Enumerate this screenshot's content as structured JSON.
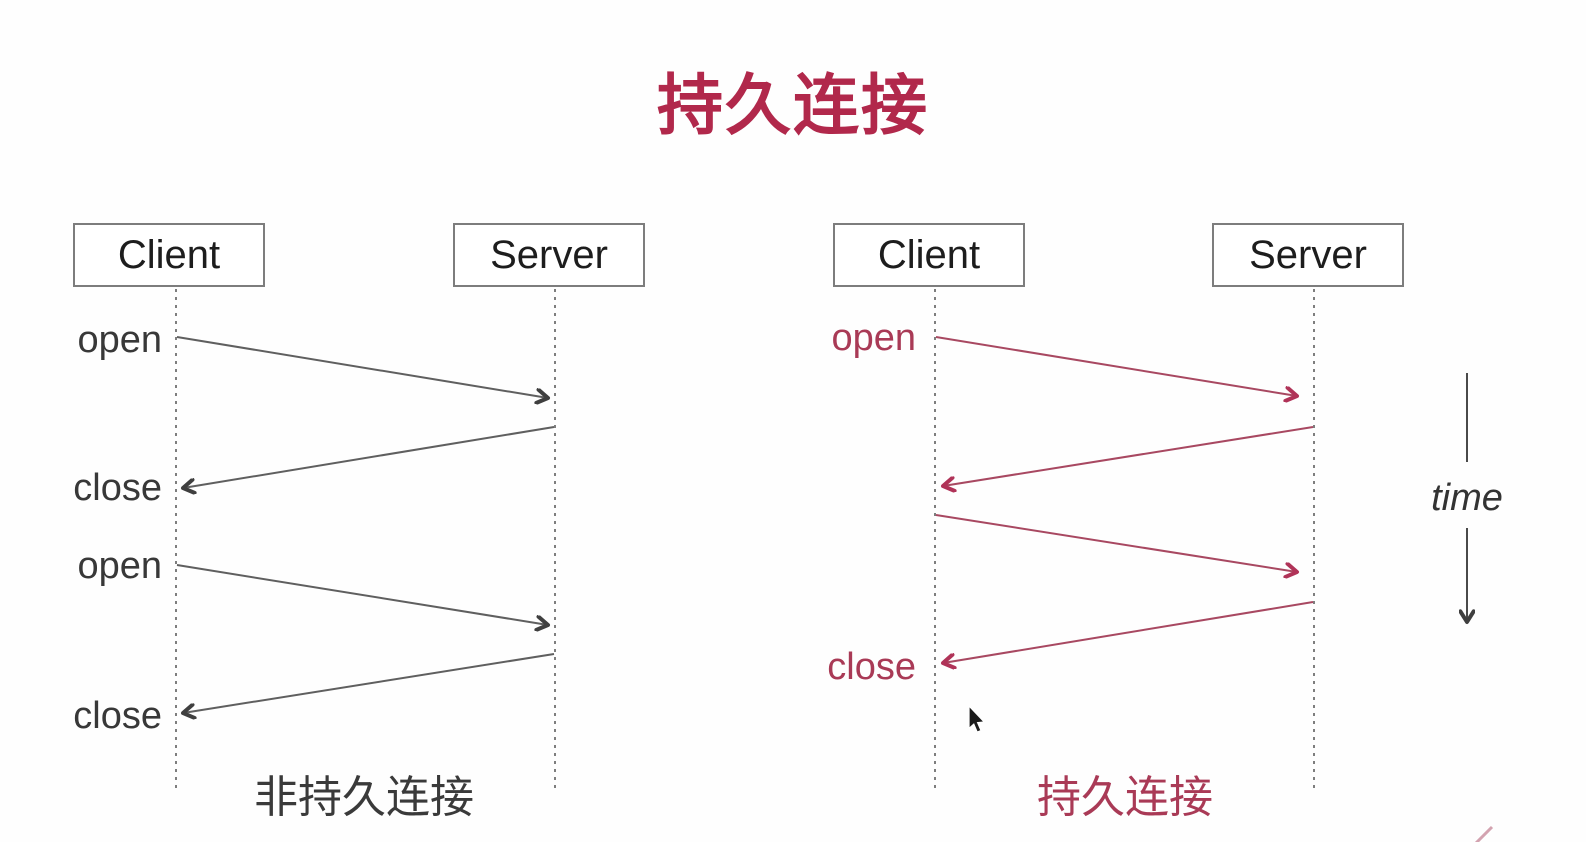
{
  "title": {
    "text": "持久连接"
  },
  "colors": {
    "accent_crimson": "#b1284b",
    "crimson_line": "#a84861",
    "crimson_text": "#a93a56",
    "gray_line": "#5f5f5f",
    "dark_text": "#333333"
  },
  "left_diagram": {
    "client_box": "Client",
    "server_box": "Server",
    "event_labels": [
      "open",
      "close",
      "open",
      "close"
    ],
    "caption": "非持久连接"
  },
  "right_diagram": {
    "client_box": "Client",
    "server_box": "Server",
    "event_labels": [
      "open",
      "close"
    ],
    "caption": "持久连接"
  },
  "time_axis": {
    "label": "time"
  }
}
